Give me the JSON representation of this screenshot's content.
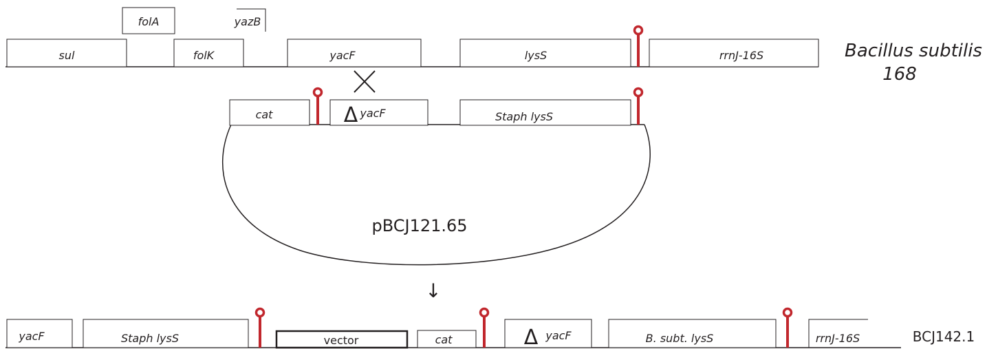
{
  "top_locus": {
    "organism_line1": "Bacillus subtilis",
    "organism_line2": "168",
    "genes": {
      "sul": "sul",
      "folA": "folA",
      "folK": "folK",
      "yazB": "yazB",
      "yacF": "yacF",
      "lysS": "lysS",
      "rrnJ": "rrnJ-16S"
    }
  },
  "crossover_symbol": "×",
  "plasmid": {
    "name": "pBCJ121.65",
    "genes": {
      "cat": "cat",
      "delta": "Δ",
      "yacF": "yacF",
      "staph_lysS": "Staph lysS"
    }
  },
  "arrow_symbol": "↓",
  "result": {
    "strain": "BCJ142.1",
    "genes": {
      "yacF_left": "yacF",
      "staph_lysS": "Staph lysS",
      "vector": "vector",
      "cat": "cat",
      "delta": "Δ",
      "delta_yacF": "yacF",
      "bsubt_lysS": "B. subt. lysS",
      "rrnJ": "rrnJ-16S"
    }
  },
  "colors": {
    "terminator": "#c1272d",
    "line": "#231f20"
  },
  "icons": [
    "terminator-hairpin-icon",
    "crossover-icon",
    "down-arrow-icon"
  ]
}
